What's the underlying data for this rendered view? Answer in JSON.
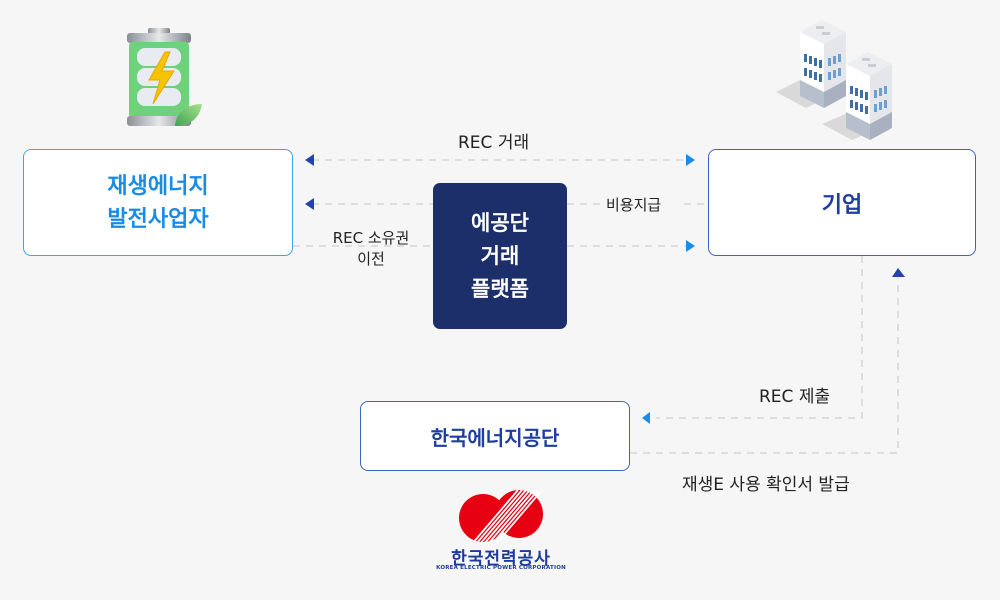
{
  "diagram": {
    "nodes": {
      "producer": {
        "lines": [
          "재생에너지",
          "발전사업자"
        ],
        "icon": "battery-icon"
      },
      "company": {
        "label": "기업",
        "icon": "office-buildings-icon"
      },
      "platform": {
        "lines": [
          "에공단",
          "거래",
          "플랫폼"
        ]
      },
      "agency": {
        "label": "한국에너지공단"
      }
    },
    "edges": {
      "rec_trade": {
        "label": "REC 거래",
        "from": "company",
        "to": "producer"
      },
      "payment": {
        "label": "비용지급",
        "from": "company",
        "to": "producer",
        "via": "platform"
      },
      "rec_transfer": {
        "label_lines": [
          "REC 소유권",
          "이전"
        ],
        "from": "producer",
        "to": "company",
        "via": "platform"
      },
      "rec_submit": {
        "label": "REC 제출",
        "from": "company",
        "to": "agency"
      },
      "certificate": {
        "label": "재생E 사용 확인서 발급",
        "from": "agency",
        "to": "company"
      }
    },
    "logo": {
      "name_ko": "한국전력공사",
      "name_en": "KOREA ELECTRIC POWER CORPORATION"
    },
    "colors": {
      "background": "#f6f6f6",
      "producer_accent": "#1a8ce6",
      "company_accent": "#1e3f9e",
      "platform_fill": "#1d2f6b",
      "arrow_left": "#2244aa",
      "arrow_right": "#1a8ce6",
      "dash": "#c8c8c8",
      "logo_red": "#e60012",
      "logo_blue": "#1d3a9c"
    }
  }
}
